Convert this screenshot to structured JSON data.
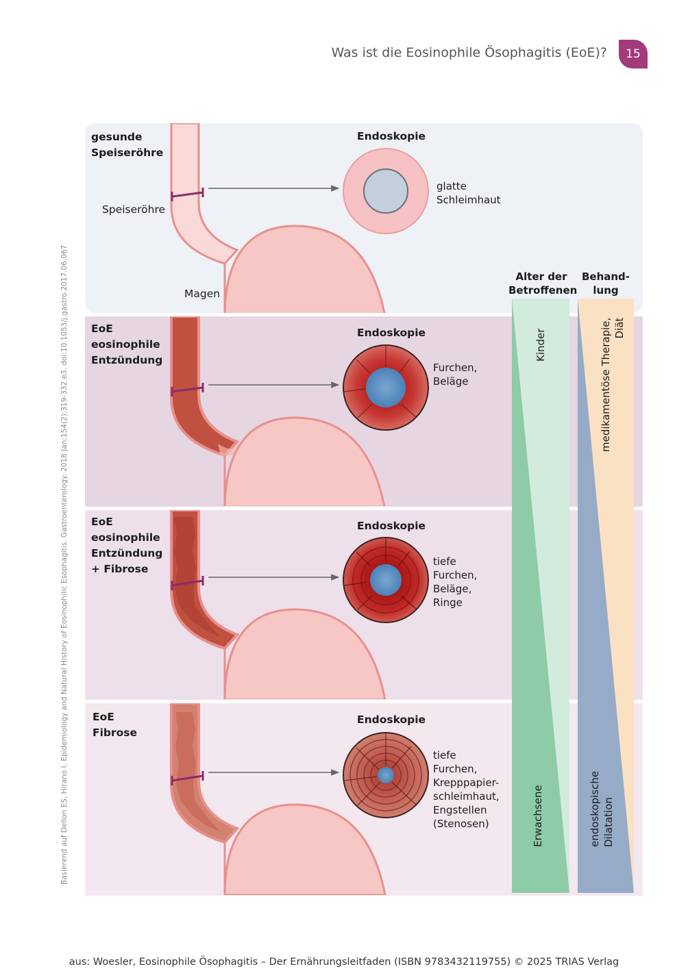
{
  "header": {
    "title": "Was ist die Eosinophile Ösophagitis (EoE)?",
    "page_number": "15"
  },
  "side_credit": "Basierend auf Dellon ES, Hirano I. Epidemiology and Natural History of Eosinophilic Esophagitis. Gastroenterology. 2018 Jan;154(2):319-332.e3. doi:10.1053/j.gastro.2017.06.067",
  "footer": "aus: Woesler, Eosinophile Ösophagitis – Der Ernährungsleitfaden (ISBN 9783432119755) © 2025 TRIAS Verlag",
  "colors": {
    "panel1": "#eef1f6",
    "panel2": "#e6d6e2",
    "panel3": "#eee0ea",
    "panel4": "#f3e8ef",
    "stomach": "#f6c7c5",
    "esophagus_healthy": "#f9dad9",
    "inflamed": "#c0503f",
    "fibrosis": "#d3826f",
    "green": "#8ecba7",
    "green_light": "#d3ebdd",
    "blue": "#96abc7",
    "peach": "#fbe1c4",
    "badge": "#a33a7a"
  },
  "panels": [
    {
      "title_lines": [
        "gesunde",
        "Speiseröhre"
      ],
      "endo_label": "Endoskopie",
      "desc_lines": [
        "glatte",
        "Schleimhaut"
      ],
      "anno_esophagus": "Speiseröhre",
      "anno_stomach": "Magen"
    },
    {
      "title_lines": [
        "EoE",
        "eosinophile",
        "Entzündung"
      ],
      "endo_label": "Endoskopie",
      "desc_lines": [
        "Furchen,",
        "Beläge"
      ]
    },
    {
      "title_lines": [
        "EoE",
        "eosinophile",
        "Entzündung",
        "+ Fibrose"
      ],
      "endo_label": "Endoskopie",
      "desc_lines": [
        "tiefe",
        "Furchen,",
        "Beläge,",
        "Ringe"
      ]
    },
    {
      "title_lines": [
        "EoE",
        "Fibrose"
      ],
      "endo_label": "Endoskopie",
      "desc_lines": [
        "tiefe",
        "Furchen,",
        "Krepppapier-",
        "schleimhaut,",
        "Engstellen",
        "(Stenosen)"
      ]
    }
  ],
  "age_column": {
    "header_lines": [
      "Alter der",
      "Betroffenen"
    ],
    "top_label": "Kinder",
    "bottom_label": "Erwachsene"
  },
  "treatment_column": {
    "header_lines": [
      "Behand-",
      "lung"
    ],
    "top_label_lines": [
      "medikamentöse Therapie,",
      "Diät"
    ],
    "bottom_label_lines": [
      "endoskopische",
      "Dilatation"
    ]
  }
}
